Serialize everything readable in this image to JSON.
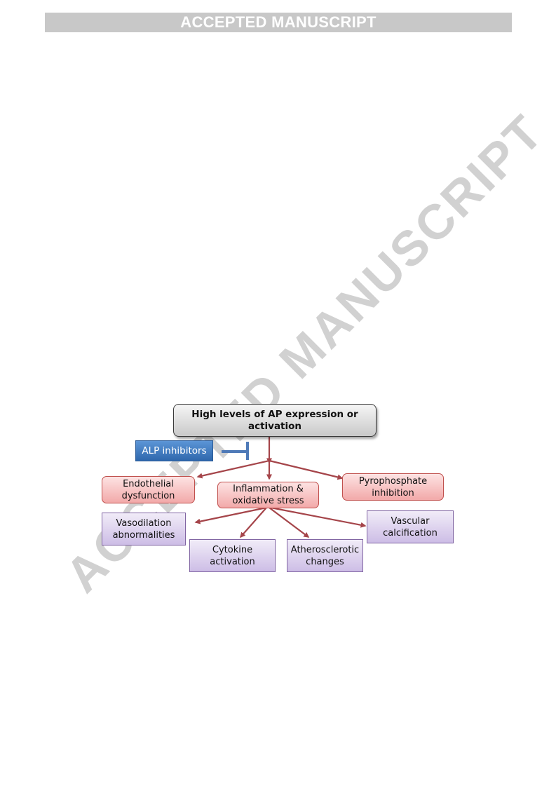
{
  "header": {
    "banner": "ACCEPTED MANUSCRIPT"
  },
  "watermark": {
    "text": "ACCEPTED MANUSCRIPT"
  },
  "diagram": {
    "top_node": "High levels of AP expression or activation",
    "inhibitor": "ALP inhibitors",
    "level2": {
      "endothelial": [
        "Endothelial",
        "dysfunction"
      ],
      "inflammation": [
        "Inflammation &",
        "oxidative stress"
      ],
      "pyrophosphate": [
        "Pyrophosphate",
        "inhibition"
      ]
    },
    "level3": {
      "vasodilation": [
        "Vasodilation",
        "abnormalities"
      ],
      "cytokine": [
        "Cytokine",
        "activation"
      ],
      "atherosclerotic": [
        "Atherosclerotic",
        "changes"
      ],
      "vascular": [
        "Vascular",
        "calcification"
      ]
    },
    "colors": {
      "arrow": "#a5454a",
      "inhibitor_bar": "#4f7ab8",
      "gray_node": "#d9d9d9",
      "pink_node": "#f6b6b6",
      "purple_node": "#d6c8ea",
      "blue_node": "#3a77c0"
    }
  }
}
